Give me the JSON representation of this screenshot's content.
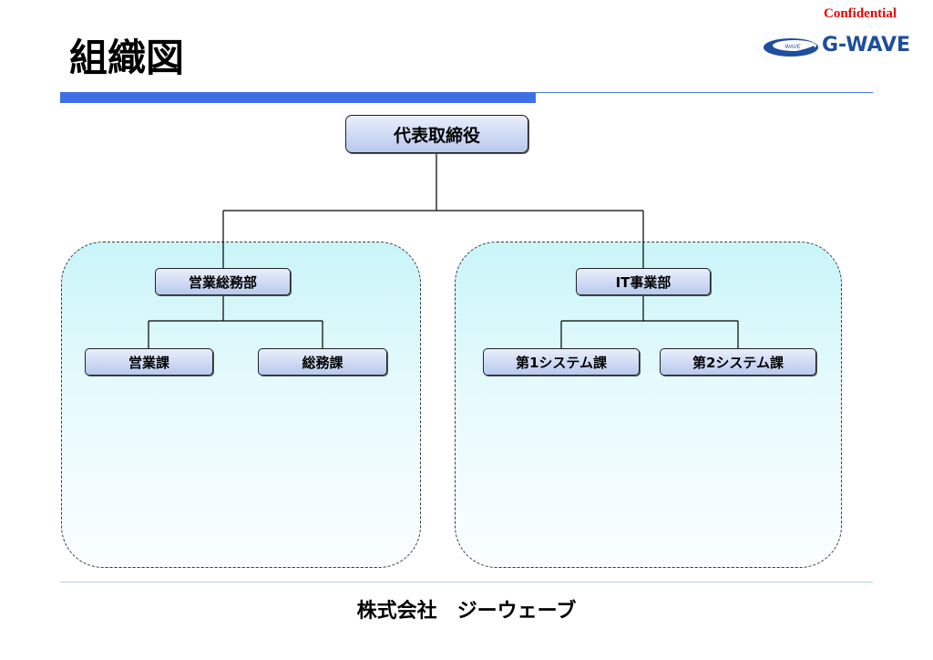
{
  "header": {
    "confidential": "Confidential",
    "title": "組織図",
    "logo_text": "G-WAVE",
    "logo_small_text": "WAVE"
  },
  "org_chart": {
    "root": "代表取締役",
    "departments": [
      {
        "name": "営業総務部",
        "sections": [
          "営業課",
          "総務課"
        ]
      },
      {
        "name": "IT事業部",
        "sections": [
          "第1システム課",
          "第2システム課"
        ]
      }
    ]
  },
  "footer": {
    "company": "株式会社　ジーウェーブ"
  },
  "colors": {
    "confidential": "#e60000",
    "title_bar": "#3f6fe6",
    "logo": "#1f4e9e",
    "panel_top": "#c9f5f9",
    "box_fill_top": "#e9eefb",
    "box_fill_bottom": "#b8c9ee"
  }
}
